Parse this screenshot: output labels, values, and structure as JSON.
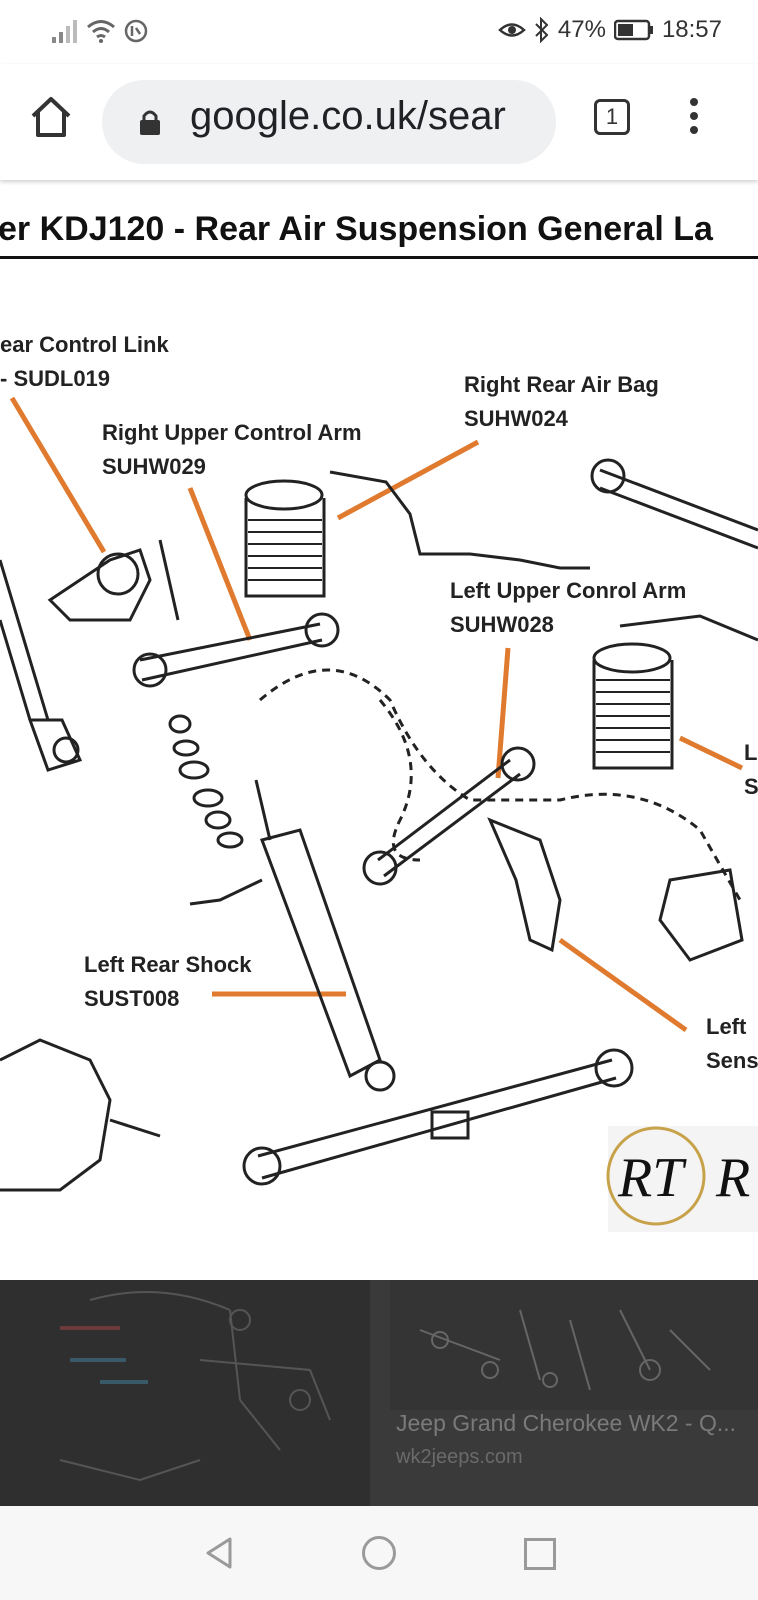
{
  "status_bar": {
    "battery": "47%",
    "time": "18:57"
  },
  "browser": {
    "url": "google.co.uk/sear",
    "tab_count": "1"
  },
  "diagram": {
    "title": "er KDJ120 - Rear Air Suspension General La",
    "labels": {
      "control_link_name": "ear Control Link",
      "control_link_code": "- SUDL019",
      "right_upper_arm_name": "Right Upper Control Arm",
      "right_upper_arm_code": "SUHW029",
      "right_air_bag_name": "Right Rear Air Bag",
      "right_air_bag_code": "SUHW024",
      "left_upper_arm_name": "Left Upper Conrol Arm",
      "left_upper_arm_code": "SUHW028",
      "left_rear_shock_name": "Left Rear Shock",
      "left_rear_shock_code": "SUST008",
      "left_sensor_name": "Left",
      "left_sensor_code": "Sens",
      "left_bag_partial_1": "L",
      "left_bag_partial_2": "S"
    },
    "logo_text": "RT"
  },
  "result": {
    "title": "Jeep Grand Cherokee WK2 - Q...",
    "source": "wk2jeeps.com"
  },
  "colors": {
    "leader_line": "#e07a2e",
    "url_bar_bg": "#eef0f2"
  }
}
